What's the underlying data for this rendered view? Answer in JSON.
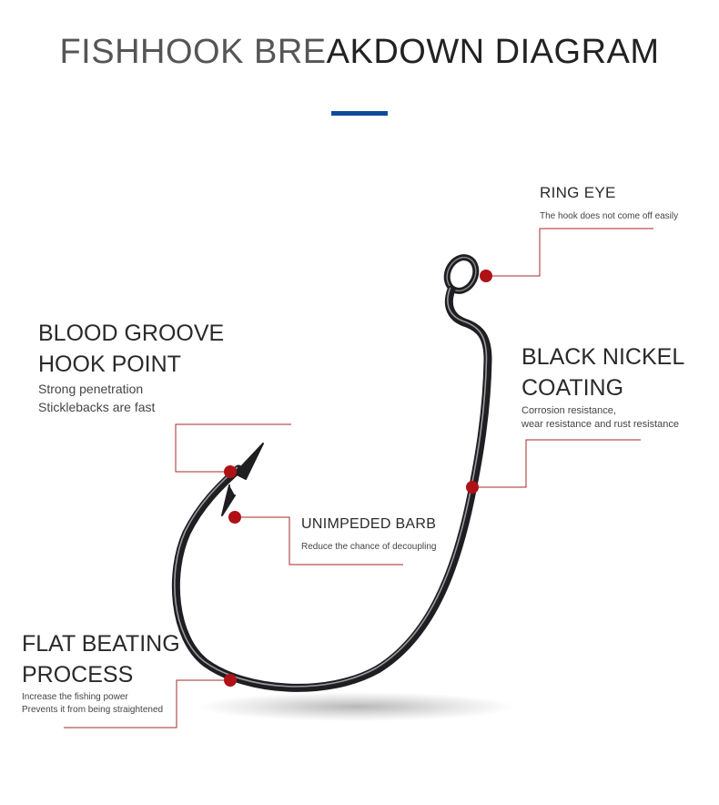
{
  "title": {
    "part1": "FISHHOOK BRE",
    "part2": "AKDOWN DIAGRAM"
  },
  "colors": {
    "accent": "#0d4a9c",
    "marker": "#b01116",
    "leader": "#a52a2a",
    "hook": "#1f1f22"
  },
  "callouts": {
    "ring_eye": {
      "title": "RING EYE",
      "desc": "The hook does not come off easily"
    },
    "black_nickel": {
      "title_l1": "BLACK NICKEL",
      "title_l2": "COATING",
      "desc_l1": "Corrosion resistance,",
      "desc_l2": "wear resistance and rust resistance"
    },
    "blood_groove": {
      "title_l1": "BLOOD GROOVE",
      "title_l2": "HOOK POINT",
      "desc_l1": "Strong penetration",
      "desc_l2": "Sticklebacks are fast"
    },
    "barb": {
      "title": "UNIMPEDED BARB",
      "desc": "Reduce the chance of decoupling"
    },
    "flat_beating": {
      "title_l1": "FLAT BEATING",
      "title_l2": "PROCESS",
      "desc_l1": "Increase the fishing power",
      "desc_l2": "Prevents it from being straightened"
    }
  }
}
